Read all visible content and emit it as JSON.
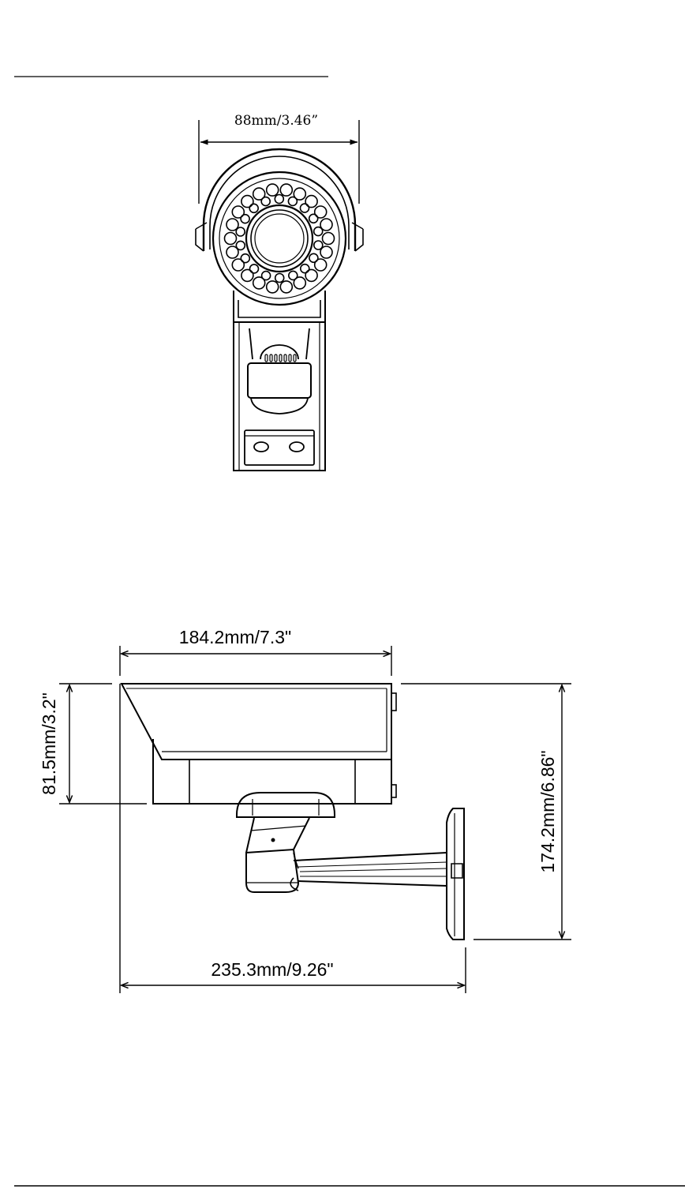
{
  "front_view": {
    "width_label": "88mm/3.46”"
  },
  "side_view": {
    "housing_length_label": "184.2mm/7.3\"",
    "housing_height_label": "81.5mm/3.2\"",
    "total_height_label": "174.2mm/6.86\"",
    "total_length_label": "235.3mm/9.26\""
  }
}
